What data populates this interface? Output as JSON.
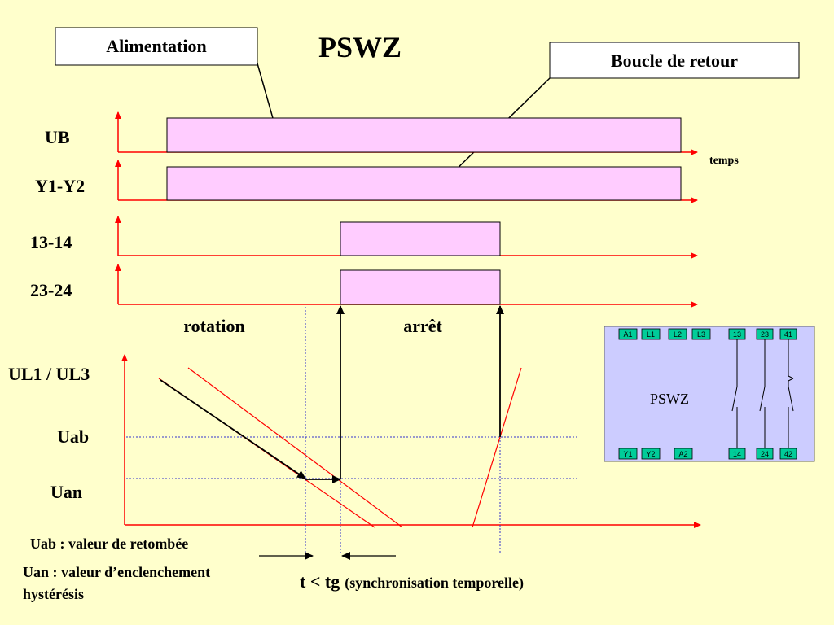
{
  "title": "PSWZ",
  "callouts": {
    "supply": "Alimentation",
    "feedback": "Boucle de retour"
  },
  "time_label": "temps",
  "signals": [
    "UB",
    "Y1-Y2",
    "13-14",
    "23-24"
  ],
  "phases": {
    "rotation": "rotation",
    "stop": "arrêt"
  },
  "voltage_axis": {
    "label": "UL1 / UL3",
    "levels": [
      "Uab",
      "Uan"
    ]
  },
  "legend": {
    "uab": "Uab : valeur de retombée",
    "uan_line1": "Uan : valeur d’enclenchement",
    "uan_line2": "hystérésis"
  },
  "sync": {
    "main": "t < tg",
    "detail": "(synchronisation temporelle)"
  },
  "device": {
    "name": "PSWZ",
    "top_terminals": [
      "A1",
      "L1",
      "L2",
      "L3",
      "13",
      "23",
      "41"
    ],
    "bottom_terminals": [
      "Y1",
      "Y2",
      "A2",
      "14",
      "24",
      "42"
    ]
  },
  "colors": {
    "background": "#ffffcc",
    "signal_fill": "#ffccff",
    "axis": "#ff0000",
    "device_fill": "#ccccff",
    "terminal": "#00cc99",
    "guide": "#3333cc"
  }
}
